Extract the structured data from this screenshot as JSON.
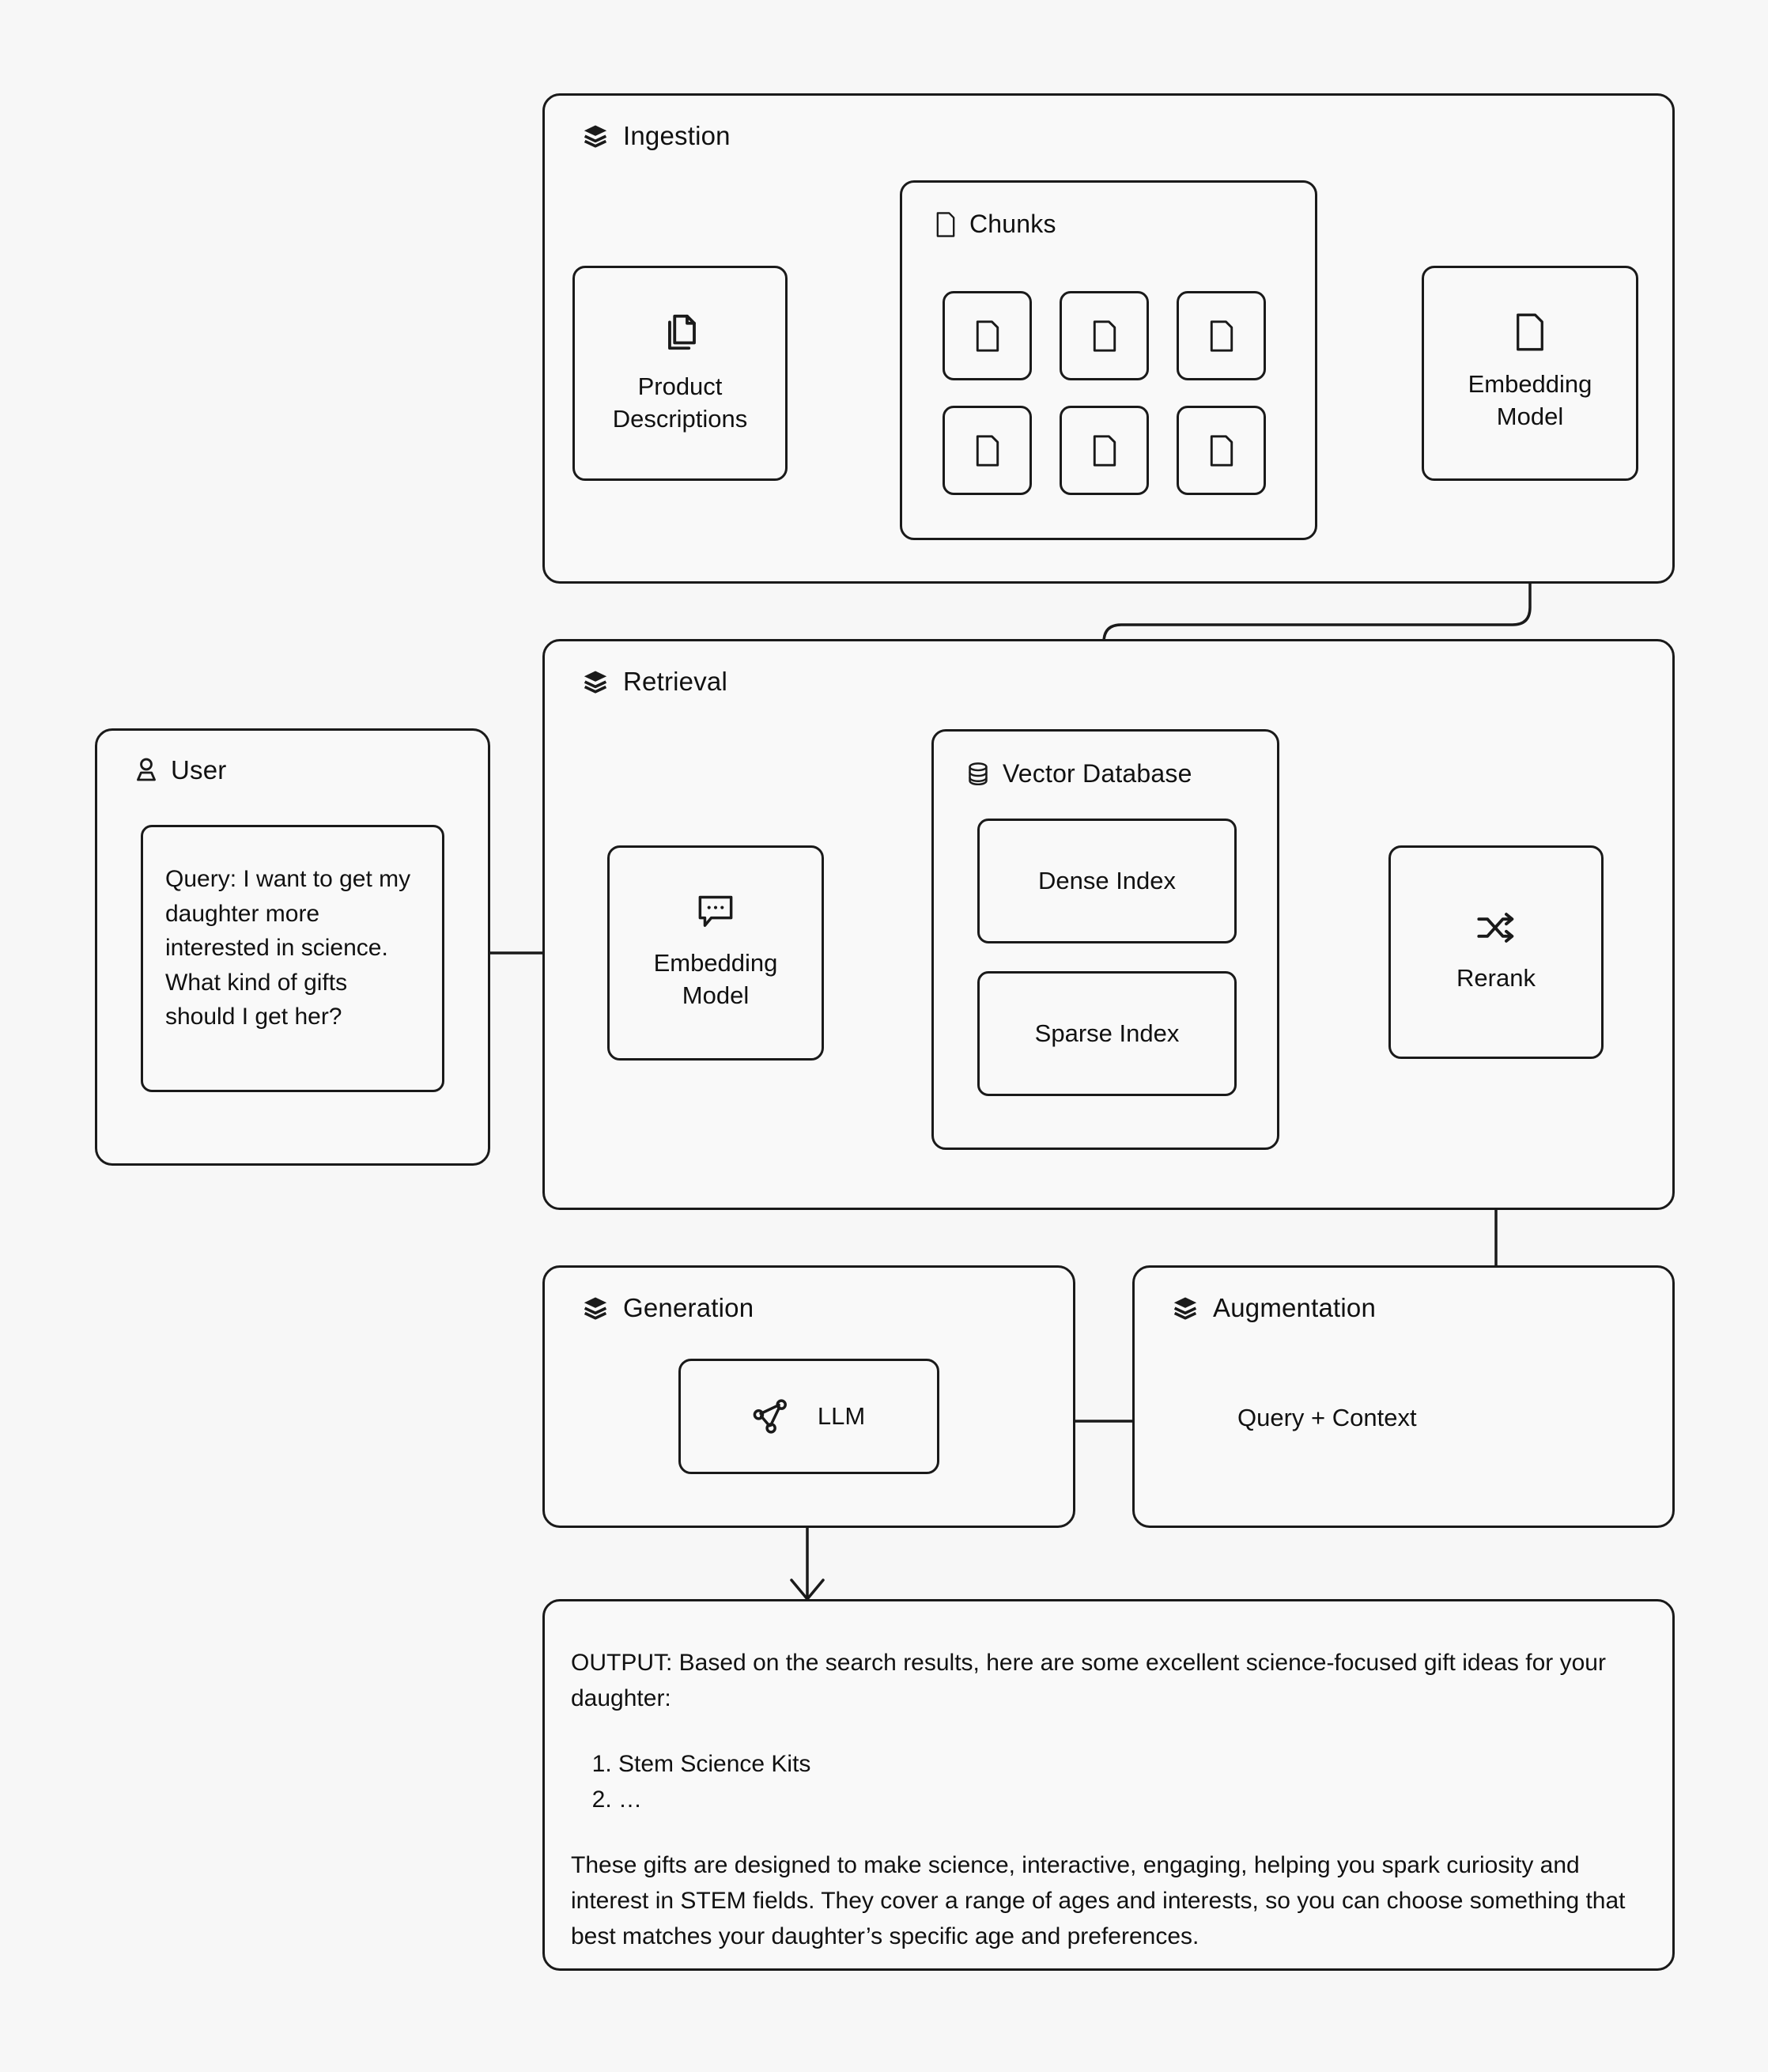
{
  "canvas": {
    "background": "#F7F7F7",
    "stroke": "#1A1A1A",
    "text": "#111111"
  },
  "groups": {
    "ingestion": {
      "title": "Ingestion",
      "icon": "layers-icon"
    },
    "retrieval": {
      "title": "Retrieval",
      "icon": "layers-icon"
    },
    "generation": {
      "title": "Generation",
      "icon": "layers-icon"
    },
    "augmentation": {
      "title": "Augmentation",
      "icon": "layers-icon"
    },
    "user": {
      "title": "User",
      "icon": "person-icon"
    },
    "chunks": {
      "title": "Chunks",
      "icon": "document-icon"
    },
    "vector_db": {
      "title": "Vector Database",
      "icon": "database-icon"
    }
  },
  "nodes": {
    "product_descriptions": {
      "label": "Product\nDescriptions",
      "icon": "documents-copy-icon"
    },
    "embedding_model_ingest": {
      "label": "Embedding\nModel",
      "icon": "document-icon"
    },
    "embedding_model_query": {
      "label": "Embedding\nModel",
      "icon": "chat-bubble-icon"
    },
    "rerank": {
      "label": "Rerank",
      "icon": "shuffle-icon"
    },
    "llm": {
      "label": "LLM",
      "icon": "network-graph-icon"
    }
  },
  "chunks": {
    "tiles": [
      {
        "icon": "document-icon"
      },
      {
        "icon": "document-icon"
      },
      {
        "icon": "document-icon"
      },
      {
        "icon": "document-icon"
      },
      {
        "icon": "document-icon"
      },
      {
        "icon": "document-icon"
      }
    ]
  },
  "indexes": [
    {
      "label": "Dense Index"
    },
    {
      "label": "Sparse Index"
    }
  ],
  "query": {
    "text": "Query: I want to get my daughter more interested in science. What kind of gifts should I get her?"
  },
  "edges": {
    "query_context_label": "Query + Context"
  },
  "output": {
    "intro": "OUTPUT: Based on the search results, here are some excellent science-focused gift ideas for your daughter:",
    "items": [
      "Stem Science Kits",
      "…"
    ],
    "closing": "These gifts are designed to make science, interactive, engaging, helping you spark curiosity and interest in STEM fields. They cover a range of ages and interests, so you can choose something that best matches your daughter’s specific age and preferences."
  }
}
